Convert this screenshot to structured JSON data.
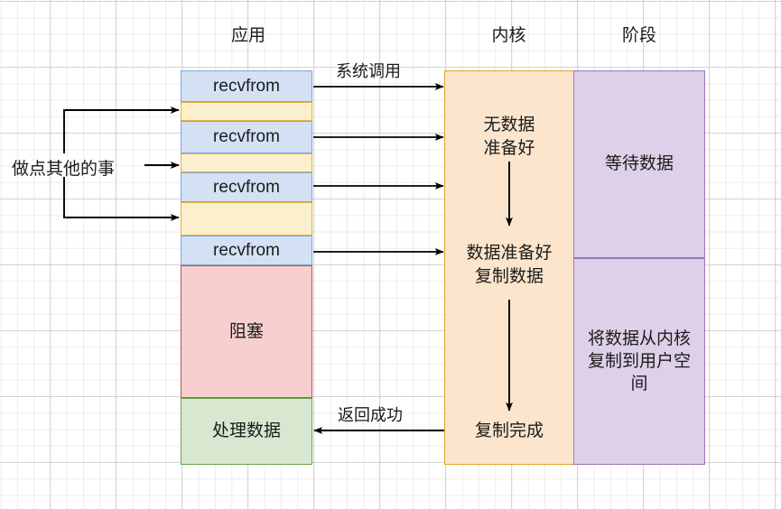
{
  "diagram": {
    "title_columns": [
      {
        "id": "app",
        "label": "应用"
      },
      {
        "id": "kernel",
        "label": "内核"
      },
      {
        "id": "stage",
        "label": "阶段"
      }
    ],
    "app_column": {
      "calls": [
        {
          "label": "recvfrom"
        },
        {
          "label": "recvfrom"
        },
        {
          "label": "recvfrom"
        },
        {
          "label": "recvfrom"
        }
      ],
      "gaps": [
        {
          "label": ""
        },
        {
          "label": ""
        },
        {
          "label": ""
        }
      ],
      "blocked": {
        "label": "阻塞"
      },
      "process": {
        "label": "处理数据"
      }
    },
    "kernel_column": {
      "texts": [
        {
          "id": "no-data",
          "line1": "无数据",
          "line2": "准备好"
        },
        {
          "id": "data-ready",
          "line1": "数据准备好",
          "line2": "复制数据"
        },
        {
          "id": "copy-done",
          "line1": "复制完成",
          "line2": ""
        }
      ]
    },
    "stage_column": {
      "blocks": [
        {
          "id": "wait-data",
          "label": "等待数据"
        },
        {
          "id": "copy-to-user",
          "label": "将数据从内核复制到用户空间"
        }
      ]
    },
    "edges": {
      "syscall_label": "系统调用",
      "return_label": "返回成功",
      "side_label": "做点其他的事"
    },
    "colors": {
      "blue_fill": "#d4e1f5",
      "blue_stroke": "#7ea6d4",
      "yellow_fill": "#fcefcd",
      "yellow_stroke": "#e3b33d",
      "red_fill": "#f6cfce",
      "red_stroke": "#b85450",
      "green_fill": "#d8e8d0",
      "green_stroke": "#6ba54e",
      "kernel_fill": "#fce5cd",
      "kernel_stroke": "#e0a526",
      "stage_fill": "#ddd0e8",
      "stage_stroke": "#9a78b8",
      "arrow": "#000000"
    }
  }
}
